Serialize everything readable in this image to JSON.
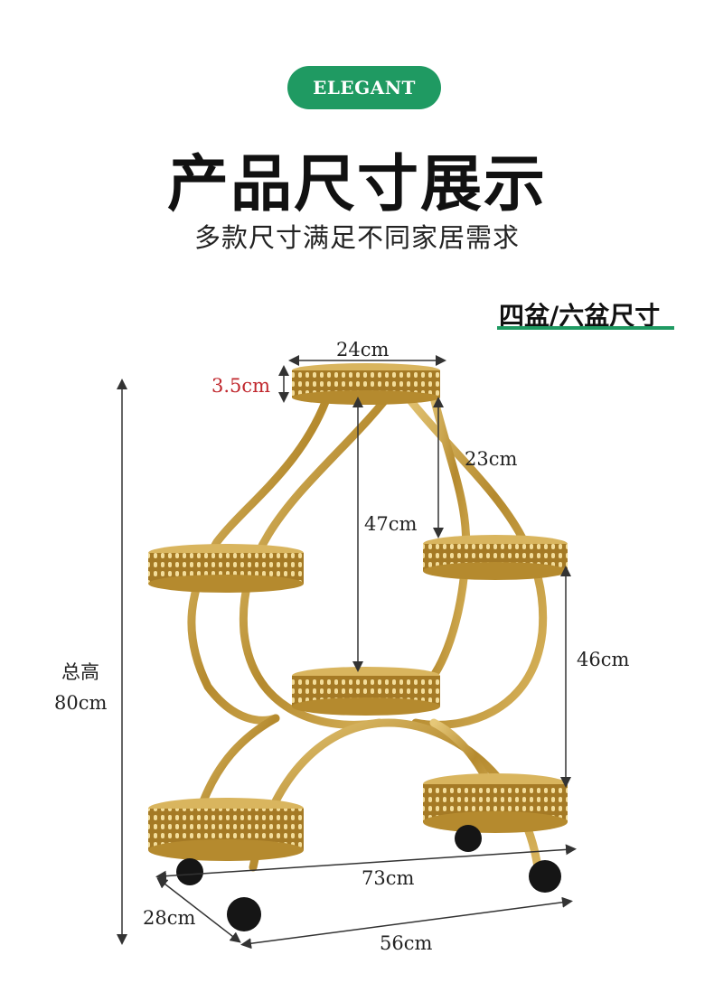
{
  "header": {
    "badge": "ELEGANT",
    "title": "产品尺寸展示",
    "subtitle": "多款尺寸满足不同家居需求",
    "spec_label": "四盆/六盆尺寸"
  },
  "dimensions": {
    "top_width": "24cm",
    "top_height": "3.5cm",
    "upper_gap": "23cm",
    "mid_height": "47cm",
    "lower_gap": "46cm",
    "total_label": "总高",
    "total_value": "80cm",
    "width": "73cm",
    "depth": "28cm",
    "base": "56cm"
  },
  "colors": {
    "accent": "#1f9a62",
    "frame_gold": "#b8923a",
    "red_dim": "#c0272d"
  }
}
